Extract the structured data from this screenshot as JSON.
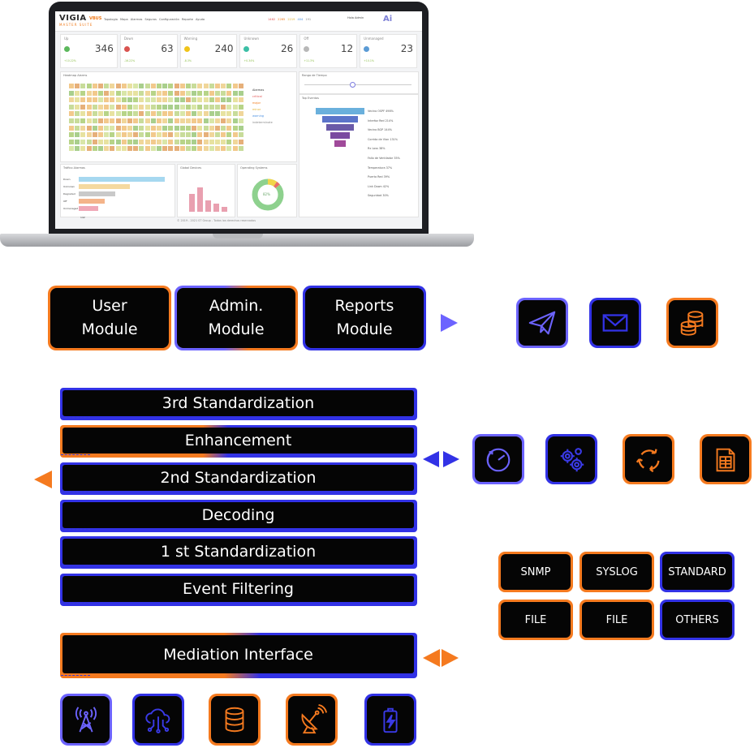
{
  "colors": {
    "orange": "#f57a1f",
    "blue": "#3232e6",
    "violet": "#6c63ff",
    "black": "#050505"
  },
  "laptop": {
    "logo": "VIGIA",
    "logo_sub": "MASTER SUITE",
    "brand": "VBUS",
    "nav": [
      "Topologia",
      "Mapa",
      "Alarmas",
      "Seguros",
      "Configuración",
      "Reporte",
      "Ayuda"
    ],
    "alarm_badges": [
      "1462",
      "2265",
      "2219",
      "404",
      "191"
    ],
    "user": "Hola Admin",
    "kpis": [
      {
        "title": "Up",
        "value": "346",
        "sub": "+10.22%",
        "color": "#5cb85c"
      },
      {
        "title": "Down",
        "value": "63",
        "sub": "-16.22%",
        "color": "#d9534f"
      },
      {
        "title": "Warning",
        "value": "240",
        "sub": "-8.3%",
        "color": "#f0c419"
      },
      {
        "title": "Unknown",
        "value": "26",
        "sub": "+0.34%",
        "color": "#3cbfa6"
      },
      {
        "title": "Off",
        "value": "12",
        "sub": "+11.3%",
        "color": "#b8b8b8"
      },
      {
        "title": "Unmanaged",
        "value": "23",
        "sub": "+10.1%",
        "color": "#5b9bd5"
      }
    ],
    "heatmap_title": "Heatmap Alarms",
    "heatmap_legend": [
      "Alarmas",
      "critical",
      "major",
      "minor",
      "warning",
      "indeterminate"
    ],
    "range_title": "Rango de Tiempo",
    "funnel_title": "Top Eventos",
    "funnel_labels": [
      "Vecino OSPF 498%",
      "Interfaz Red 214%",
      "Vecino BGP 144%",
      "Corrida de Vlan 131%",
      "Rx Loss 38%",
      "Fallo de Ventilador 35%",
      "Temperatura 37%",
      "Puerto Red 39%",
      "Link Down 42%",
      "Seguridad 30%"
    ],
    "bar_panel_title": "Tráfico Alarmas",
    "bar_labels": [
      "Down",
      "Unknown",
      "Degraded",
      "Off",
      "Unmanaged"
    ],
    "bar_values": [
      "786",
      "406",
      "286",
      "190",
      "142"
    ],
    "vbar_title": "Global Devices",
    "donut_title": "Operating Systems",
    "donut_label": "82%",
    "footer": "© 2019 - 2021 ST Group - Todos los derechos reservados"
  },
  "modules": [
    {
      "label": "User\nModule",
      "border": "orange"
    },
    {
      "label": "Admin.\nModule",
      "border": "mix"
    },
    {
      "label": "Reports\nModule",
      "border": "blue"
    }
  ],
  "report_icons": [
    "send-icon",
    "mail-icon",
    "database-icon"
  ],
  "layers": [
    "3rd Standardization",
    "Enhancement",
    "2nd Standardization",
    "Decoding",
    "1 st Standardization",
    "Event Filtering"
  ],
  "mediation": "Mediation Interface",
  "processing_icons": [
    "timer-icon",
    "gears-icon",
    "recycle-icon",
    "document-icon"
  ],
  "protocols": [
    "SNMP",
    "SYSLOG",
    "STANDARD",
    "FILE",
    "FILE",
    "OTHERS"
  ],
  "source_icons": [
    "tower-icon",
    "cloud-network-icon",
    "database-icon",
    "satellite-dish-icon",
    "battery-icon"
  ]
}
